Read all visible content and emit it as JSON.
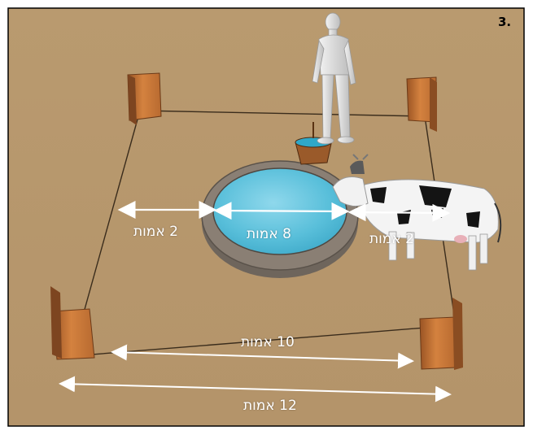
{
  "figure_number": "3.",
  "labels": {
    "gap_left": "2 אמות",
    "pool_width": "8 אמות",
    "gap_right": "2 אמות",
    "inner_span": "10 אמות",
    "outer_span": "12 אמות"
  },
  "objects": {
    "posts": [
      "corner-post",
      "corner-post",
      "corner-post",
      "corner-post"
    ],
    "pool": "round-water-pool",
    "well_bucket": "wooden-bucket",
    "person": "standing-man",
    "animal": "cow"
  },
  "colors": {
    "ground": "#b8986c",
    "water": "#5ec0da",
    "post_wood": "#c9783a",
    "stone_rim": "#8a7f74",
    "arrow": "#ffffff",
    "label_text": "#ffffff"
  }
}
